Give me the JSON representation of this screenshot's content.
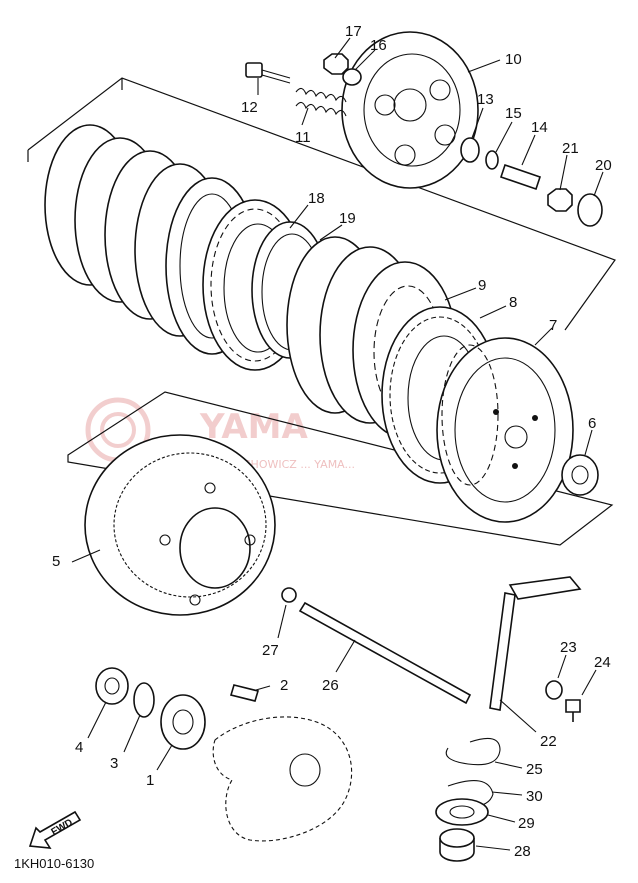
{
  "diagram": {
    "code": "1KH010-6130",
    "fwd_label": "FWD",
    "watermark": {
      "brand": "YAMA",
      "brand_suffix": "...",
      "sub": "CIECHOWICZ ... YAMA..."
    },
    "callouts": [
      {
        "id": "c1",
        "label": "1"
      },
      {
        "id": "c2",
        "label": "2"
      },
      {
        "id": "c3",
        "label": "3"
      },
      {
        "id": "c4",
        "label": "4"
      },
      {
        "id": "c5",
        "label": "5"
      },
      {
        "id": "c6",
        "label": "6"
      },
      {
        "id": "c7",
        "label": "7"
      },
      {
        "id": "c8",
        "label": "8"
      },
      {
        "id": "c9",
        "label": "9"
      },
      {
        "id": "c10",
        "label": "10"
      },
      {
        "id": "c11",
        "label": "11"
      },
      {
        "id": "c12",
        "label": "12"
      },
      {
        "id": "c13",
        "label": "13"
      },
      {
        "id": "c14",
        "label": "14"
      },
      {
        "id": "c15",
        "label": "15"
      },
      {
        "id": "c16",
        "label": "16"
      },
      {
        "id": "c17",
        "label": "17"
      },
      {
        "id": "c18",
        "label": "18"
      },
      {
        "id": "c19",
        "label": "19"
      },
      {
        "id": "c20",
        "label": "20"
      },
      {
        "id": "c21",
        "label": "21"
      },
      {
        "id": "c22",
        "label": "22"
      },
      {
        "id": "c23",
        "label": "23"
      },
      {
        "id": "c24",
        "label": "24"
      },
      {
        "id": "c25",
        "label": "25"
      },
      {
        "id": "c26",
        "label": "26"
      },
      {
        "id": "c27",
        "label": "27"
      },
      {
        "id": "c28",
        "label": "28"
      },
      {
        "id": "c29",
        "label": "29"
      },
      {
        "id": "c30",
        "label": "30"
      }
    ]
  }
}
